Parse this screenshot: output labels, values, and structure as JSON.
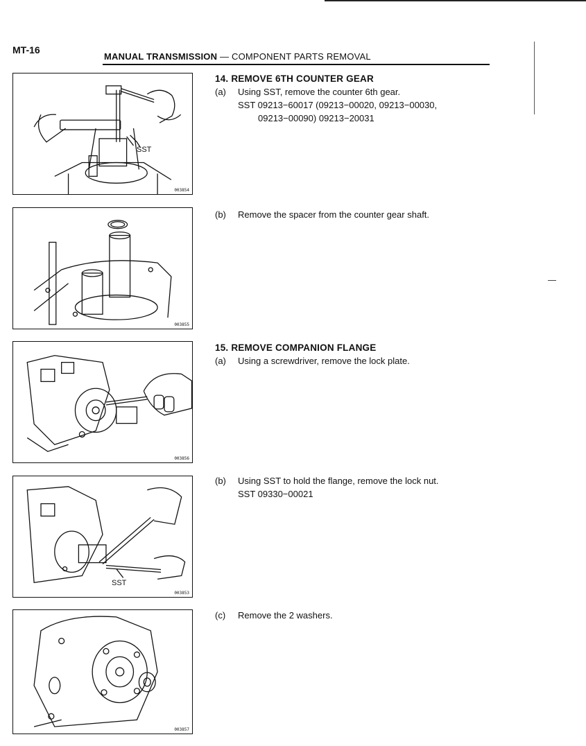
{
  "header": {
    "page_id": "MT-16",
    "title": "MANUAL TRANSMISSION",
    "sep": " — ",
    "subtitle": "COMPONENT PARTS REMOVAL"
  },
  "figures": [
    {
      "code": "003854",
      "label": "SST",
      "icon": "sst-puller-illustration"
    },
    {
      "code": "003855",
      "icon": "counter-gear-shaft-illustration"
    },
    {
      "code": "003856",
      "icon": "screwdriver-lock-plate-illustration"
    },
    {
      "code": "003853",
      "label": "SST",
      "icon": "flange-holder-illustration"
    },
    {
      "code": "003857",
      "icon": "companion-flange-washers-illustration"
    }
  ],
  "steps": [
    {
      "heading": "14.  REMOVE 6TH COUNTER GEAR",
      "tag": "(a)",
      "text": "Using SST, remove the counter 6th gear.",
      "sst1": "SST 09213−60017 (09213−00020, 09213−00030,",
      "sst2": "09213−00090) 09213−20031"
    },
    {
      "tag": "(b)",
      "text": "Remove the spacer from the counter gear shaft."
    },
    {
      "heading": "15.  REMOVE COMPANION FLANGE",
      "tag": "(a)",
      "text": "Using a screwdriver, remove the lock plate."
    },
    {
      "tag": "(b)",
      "text": "Using SST to hold the flange, remove the lock nut.",
      "sst1": "SST 09330−00021"
    },
    {
      "tag": "(c)",
      "text": "Remove the 2 washers."
    }
  ]
}
